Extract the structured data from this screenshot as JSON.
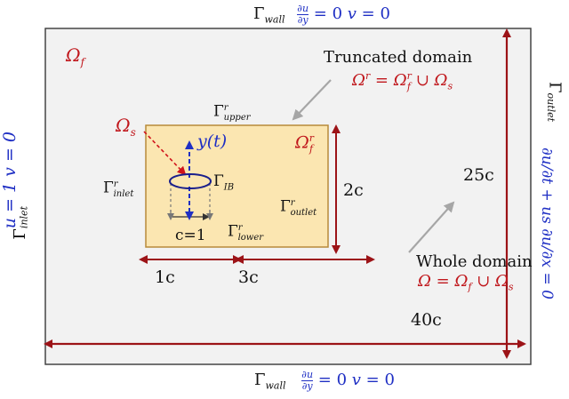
{
  "colors": {
    "outer_fill": "#f2f2f2",
    "inner_fill": "#fbe6b1",
    "arrow_red": "#9c1317",
    "text_red": "#c0171c",
    "text_blue": "#1f2fc4",
    "pointer_gray": "#a6a6a6"
  },
  "labels": {
    "top_wall": "Γwall  ∂u/∂y = 0  v = 0",
    "bottom_wall": "Γwall   ∂u/∂y = 0  v = 0",
    "inlet_bc": "u = 1   v = 0",
    "inlet": "Γinlet",
    "outlet": "Γoutlet",
    "outlet_bc": "∂u/∂t + us ∂u/∂x = 0",
    "omega_f": "Ωf",
    "omega_s": "Ωs",
    "truncated_title": "Truncated domain",
    "truncated_eq": "Ωr = Ωrf ∪ Ωs",
    "gamma_upper": "Γrupper",
    "gamma_lower": "Γrlower",
    "gamma_inlet_r": "Γrinlet",
    "gamma_outlet_r": "Γroutlet",
    "gamma_ib": "ΓIB",
    "omega_rf": "Ωrf",
    "y_t": "y(t)",
    "c_eq_1": "c=1",
    "dim_2c": "2c",
    "dim_1c": "1c",
    "dim_3c": "3c",
    "dim_25c": "25c",
    "dim_40c": "40c",
    "whole_title": "Whole domain",
    "whole_eq": "Ω = Ωf ∪ Ωs"
  }
}
